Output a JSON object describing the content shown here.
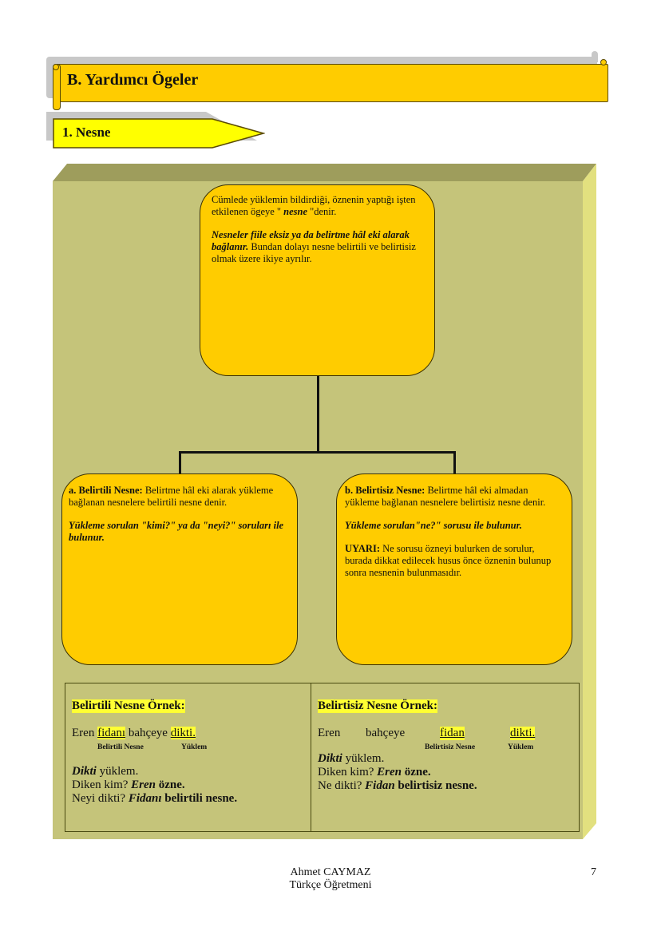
{
  "header": {
    "title": "B. Yardımcı Ögeler",
    "section_label": "1. Nesne"
  },
  "definition_box": {
    "line1_prefix": " Cümlede yüklemin bildirdiği, öznenin yaptığı işten etkilenen ögeye \" ",
    "line1_keyword": "nesne",
    "line1_suffix": " \"denir.",
    "para2_bold_italic": "Nesneler fiile eksiz ya da belirtme hâl eki alarak bağlanır.",
    "para2_rest": " Bundan dolayı nesne belirtili ve belirtisiz olmak üzere ikiye ayrılır."
  },
  "belirtili_box": {
    "heading": "a. Belirtili Nesne:",
    "text": " Belirtme hâl eki alarak yükleme bağlanan nesnelere belirtili nesne denir.",
    "rule": "Yükleme sorulan \"kimi?\" ya da \"neyi?\" soruları ile bulunur."
  },
  "belirtisiz_box": {
    "heading": "b. Belirtisiz Nesne:",
    "text": " Belirtme hâl eki almadan yükleme bağlanan nesnelere belirtisiz nesne denir.",
    "rule": "Yükleme sorulan\"ne?\" sorusu ile bulunur.",
    "warning_label": "UYARI:",
    "warning_text": " Ne sorusu özneyi bulurken de sorulur, burada dikkat edilecek husus önce öznenin bulunup sonra nesnenin bulunmasıdır."
  },
  "examples": {
    "belirtili": {
      "heading": "Belirtili Nesne Örnek:",
      "w1": "Eren ",
      "w2": "fidanı",
      "w3": " bahçeye ",
      "w4": "dikti.",
      "label_object": "Belirtili Nesne",
      "label_verb": "Yüklem",
      "l1_bi": "Dikti",
      "l1_rest": " yüklem.",
      "l2_a": "Diken kim? ",
      "l2_bi": "Eren",
      "l2_b": " özne.",
      "l3_a": "Neyi dikti? ",
      "l3_bi": "Fidanı",
      "l3_b": " belirtili nesne."
    },
    "belirtisiz": {
      "heading": "Belirtisiz Nesne Örnek:",
      "w1": "Eren",
      "w2": "bahçeye",
      "w3": "fidan",
      "w4": "dikti.",
      "label_object": "Belirtisiz Nesne",
      "label_verb": "Yüklem",
      "l1_bi": "Dikti",
      "l1_rest": " yüklem.",
      "l2_a": "Diken kim? ",
      "l2_bi": "Eren",
      "l2_b": " özne.",
      "l3_a": "Ne dikti? ",
      "l3_bi": "Fidan",
      "l3_b": " belirtisiz nesne."
    }
  },
  "footer": {
    "author": "Ahmet CAYMAZ",
    "role": "Türkçe Öğretmeni",
    "page_number": "7"
  },
  "colors": {
    "banner": "#ffcc00",
    "section_tag": "#ffff00",
    "frame_front": "#c5c47a",
    "frame_top": "#9e9d5c",
    "frame_side": "#e2e07f",
    "highlight": "#ffff33"
  }
}
